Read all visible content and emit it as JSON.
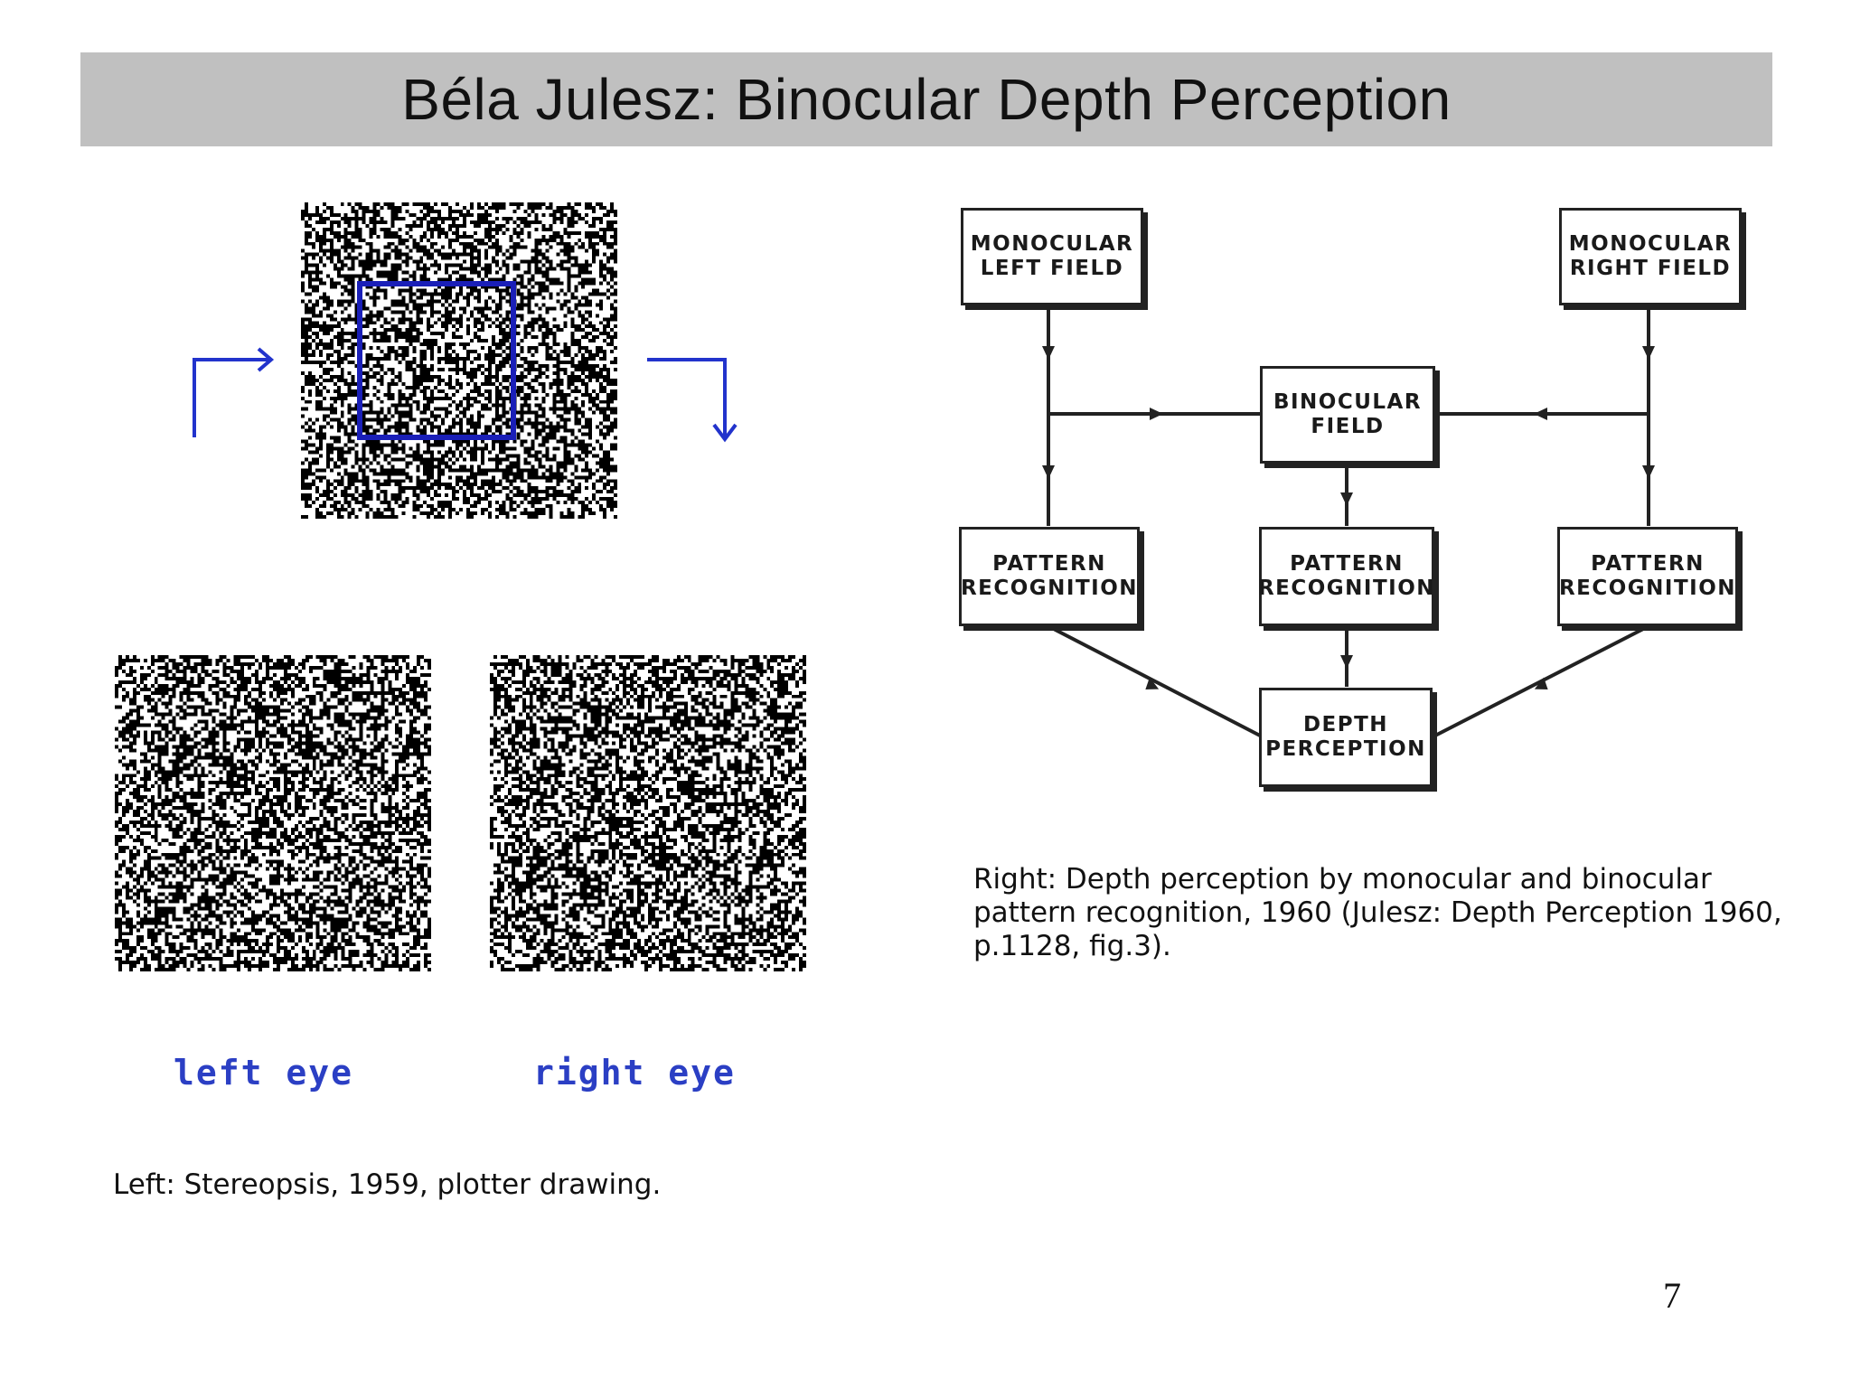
{
  "title": "Béla Julesz: Binocular Depth Perception",
  "stereopsis": {
    "left_eye_label": "left eye",
    "right_eye_label": "right eye",
    "caption": "Left: Stereopsis, 1959, plotter drawing."
  },
  "diagram": {
    "nodes": {
      "mono_left": "MONOCULAR\nLEFT FIELD",
      "mono_right": "MONOCULAR\nRIGHT FIELD",
      "binocular": "BINOCULAR\nFIELD",
      "pattern_left": "PATTERN\nRECOGNITION",
      "pattern_center": "PATTERN\nRECOGNITION",
      "pattern_right": "PATTERN\nRECOGNITION",
      "depth": "DEPTH\nPERCEPTION"
    },
    "caption": "Right: Depth perception by monocular and binocular pattern recognition, 1960 (Julesz: Depth Perception 1960, p.1128, fig.3)."
  },
  "page_number": "7",
  "colors": {
    "title_bar": "#c0c0c0",
    "accent_blue": "#1a1fb8",
    "label_blue": "#2b3fc4"
  }
}
